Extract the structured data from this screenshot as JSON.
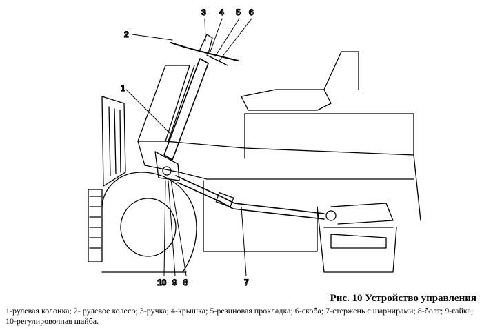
{
  "figure": {
    "title": "Рис. 10 Устройство управления",
    "legend": "1-рулевая колонка; 2- рулевое колесо; 3-ручка; 4-крышка; 5-резиновая прокладка; 6-скоба; 7-стержень с шарнирами; 8-болт; 9-гайка; 10-регулировочная шайба.",
    "callouts": {
      "c1": "1",
      "c2": "2",
      "c3": "3",
      "c4": "4",
      "c5": "5",
      "c6": "6",
      "c7": "7",
      "c8": "8",
      "c9": "9",
      "c10": "10"
    }
  }
}
